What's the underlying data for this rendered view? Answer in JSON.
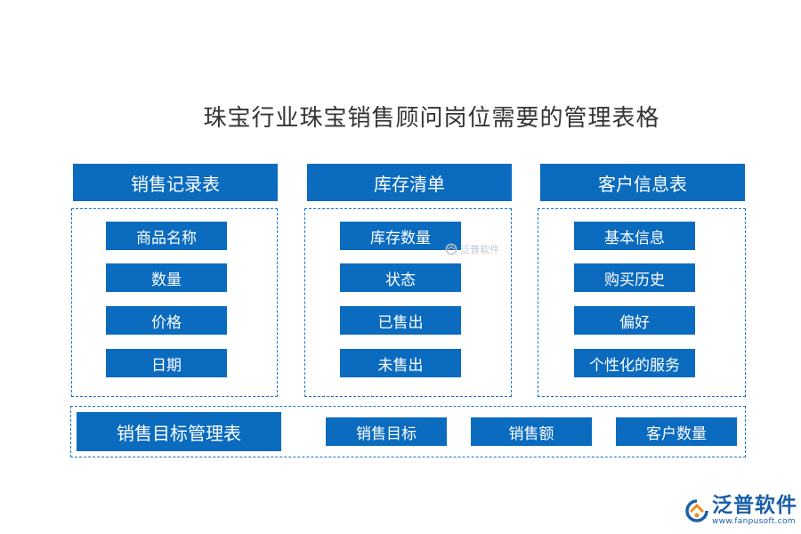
{
  "title": "珠宝行业珠宝销售顾问岗位需要的管理表格",
  "colors": {
    "block": "#0a6bbf",
    "border": "#1a73c8",
    "brand": "#1a5fa8",
    "accent": "#f08a1c"
  },
  "tables": [
    {
      "header": "销售记录表",
      "items": [
        "商品名称",
        "数量",
        "价格",
        "日期"
      ]
    },
    {
      "header": "库存清单",
      "items": [
        "库存数量",
        "状态",
        "已售出",
        "未售出"
      ]
    },
    {
      "header": "客户信息表",
      "items": [
        "基本信息",
        "购买历史",
        "偏好",
        "个性化的服务"
      ]
    }
  ],
  "target_table": {
    "header": "销售目标管理表",
    "items": [
      "销售目标",
      "销售额",
      "客户数量"
    ]
  },
  "watermark": {
    "text": "泛普软件"
  },
  "brand": {
    "name": "泛普软件",
    "site": "www.fanpusoft.com"
  }
}
